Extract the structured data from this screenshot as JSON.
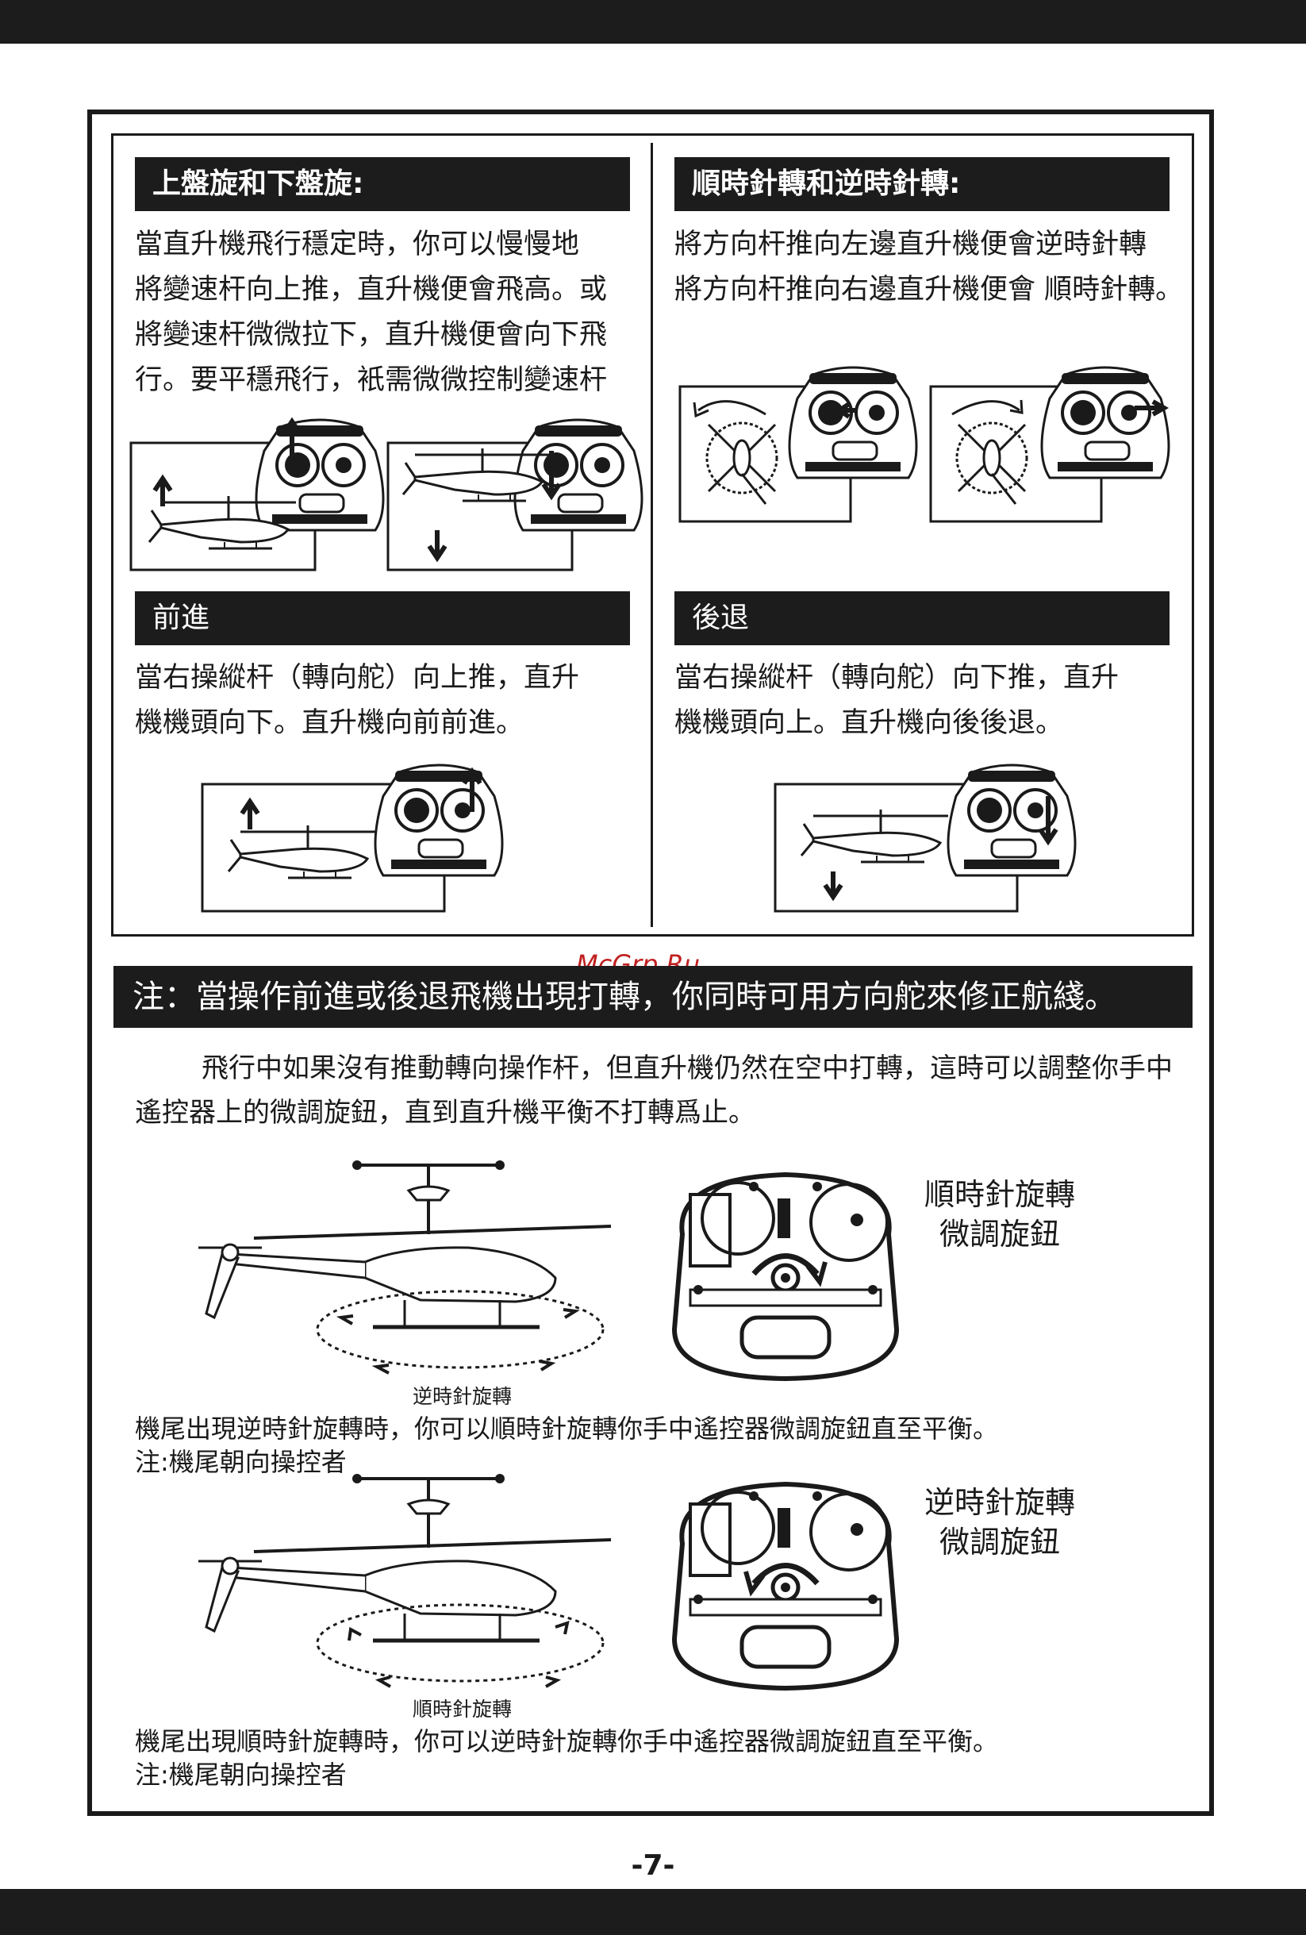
{
  "sections": {
    "hover": {
      "title": "上盤旋和下盤旋:",
      "text": "當直升機飛行穩定時，你可以慢慢地\n將變速杆向上推，直升機便會飛高。或\n將變速杆微微拉下，直升機便會向下飛\n行。要平穩飛行，衹需微微控制變速杆"
    },
    "rotate": {
      "title": "順時針轉和逆時針轉:",
      "text": "將方向杆推向左邊直升機便會逆時針轉\n將方向杆推向右邊直升機便會 順時針轉。"
    },
    "forward": {
      "title": "前進",
      "text": "當右操縱杆（轉向舵）向上推，直升\n機機頭向下。直升機向前前進。"
    },
    "backward": {
      "title": "後退",
      "text": "當右操縱杆（轉向舵）向下推，直升\n機機頭向上。直升機向後後退。"
    }
  },
  "note": {
    "heading": "注：當操作前進或後退飛機出現打轉，你同時可用方向舵來修正航綫。",
    "body": "飛行中如果沒有推動轉向操作杆，但直升機仍然在空中打轉，這時可以調整你手中遙控器上的微調旋鈕，直到直升機平衡不打轉爲止。"
  },
  "trim": [
    {
      "rotation_label": "逆時針旋轉",
      "knob_label_line1": "順時針旋轉",
      "knob_label_line2": "微調旋鈕",
      "caption": "機尾出現逆時針旋轉時，你可以順時針旋轉你手中遙控器微調旋鈕直至平衡。",
      "caption_note": "注:機尾朝向操控者"
    },
    {
      "rotation_label": "順時針旋轉",
      "knob_label_line1": "逆時針旋轉",
      "knob_label_line2": "微調旋鈕",
      "caption": "機尾出現順時針旋轉時，你可以逆時針旋轉你手中遙控器微調旋鈕直至平衡。",
      "caption_note": "注:機尾朝向操控者"
    }
  ],
  "watermark": "McGrp.Ru",
  "page_number": "-7-"
}
